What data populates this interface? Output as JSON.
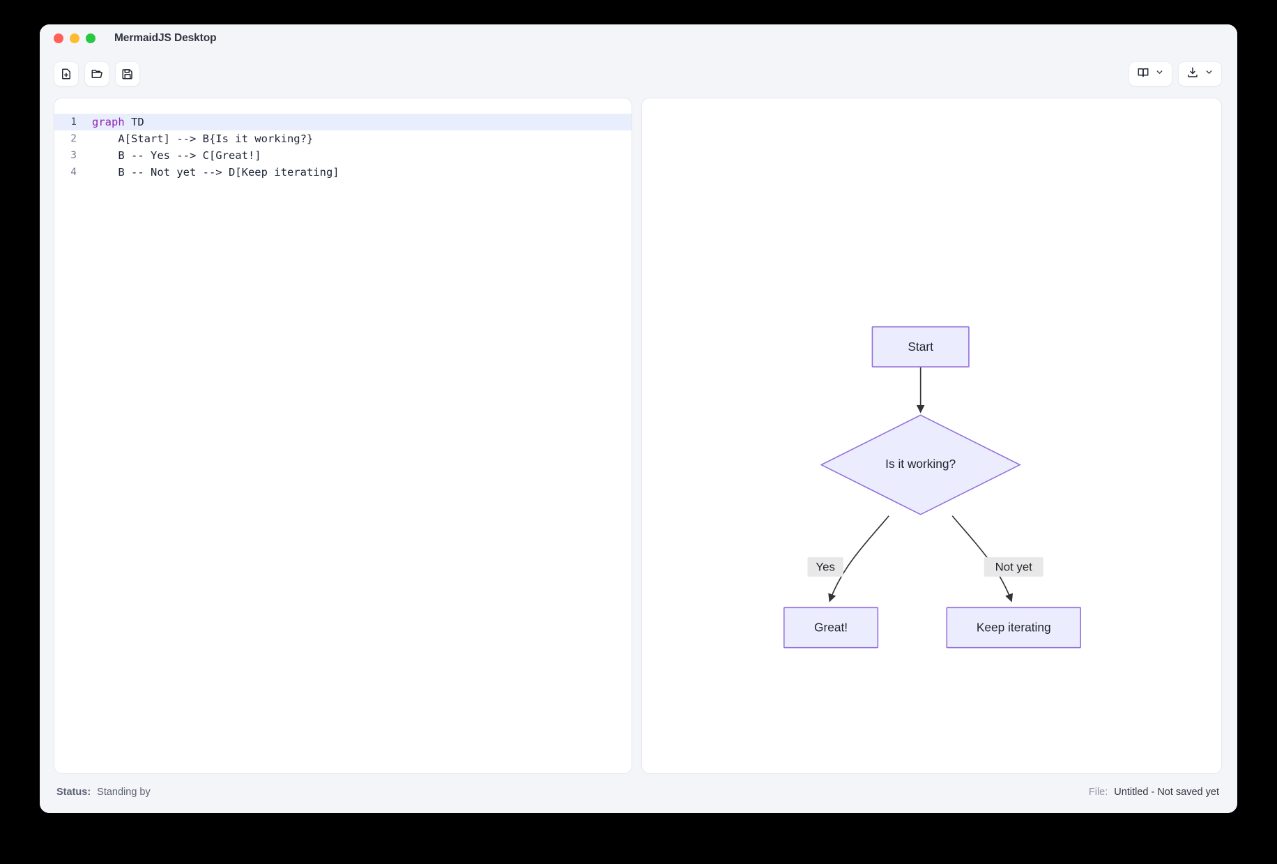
{
  "window": {
    "title": "MermaidJS Desktop",
    "traffic_lights": [
      "close",
      "minimize",
      "maximize"
    ]
  },
  "toolbar": {
    "new_label": "new-file",
    "open_label": "open-file",
    "save_label": "save-file",
    "theme_label": "theme-selector",
    "export_label": "export-menu"
  },
  "editor": {
    "active_line": 1,
    "lines": [
      {
        "num": "1",
        "keyword": "graph",
        "rest": " TD"
      },
      {
        "num": "2",
        "keyword": "",
        "rest": "    A[Start] --> B{Is it working?}"
      },
      {
        "num": "3",
        "keyword": "",
        "rest": "    B -- Yes --> C[Great!]"
      },
      {
        "num": "4",
        "keyword": "",
        "rest": "    B -- Not yet --> D[Keep iterating]"
      }
    ]
  },
  "diagram": {
    "type": "flowchart",
    "direction": "TD",
    "node_fill": "#ececff",
    "node_stroke": "#9370db",
    "edge_stroke": "#333338",
    "edge_label_bg": "#e8e8e8",
    "nodes": [
      {
        "id": "A",
        "label": "Start",
        "shape": "rect"
      },
      {
        "id": "B",
        "label": "Is it working?",
        "shape": "diamond"
      },
      {
        "id": "C",
        "label": "Great!",
        "shape": "rect"
      },
      {
        "id": "D",
        "label": "Keep iterating",
        "shape": "rect"
      }
    ],
    "edges": [
      {
        "from": "A",
        "to": "B",
        "label": ""
      },
      {
        "from": "B",
        "to": "C",
        "label": "Yes"
      },
      {
        "from": "B",
        "to": "D",
        "label": "Not yet"
      }
    ]
  },
  "statusbar": {
    "status_key": "Status:",
    "status_value": "Standing by",
    "file_key": "File:",
    "file_value": "Untitled - Not saved yet"
  }
}
